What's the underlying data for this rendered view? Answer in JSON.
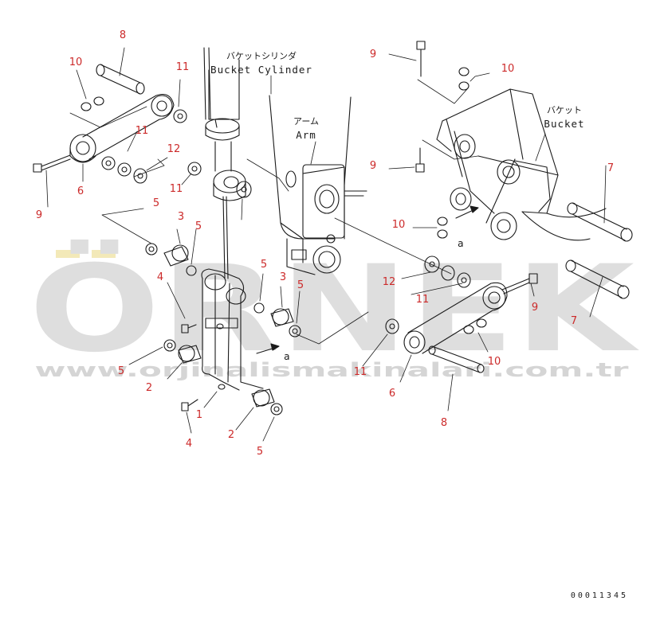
{
  "watermark": {
    "brand": "ÖRNEK",
    "url": "www.orjinalismakinalari.com.tr",
    "brand_color": "#dedede",
    "accent_color": "#f3e9b8"
  },
  "labels": {
    "bucket_cylinder_jp": "バケットシリンダ",
    "bucket_cylinder_en": "Bucket Cylinder",
    "arm_jp": "アーム",
    "arm_en": "Arm",
    "bucket_jp": "バケット",
    "bucket_en": "Bucket",
    "view_mark_1": "a",
    "view_mark_2": "a"
  },
  "callouts": [
    "8",
    "10",
    "11",
    "11",
    "12",
    "11",
    "5",
    "9",
    "6",
    "3",
    "5",
    "4",
    "5",
    "2",
    "1",
    "4",
    "2",
    "5",
    "5",
    "3",
    "5",
    "11",
    "9",
    "10",
    "9",
    "10",
    "7",
    "12",
    "11",
    "9",
    "7",
    "10",
    "6",
    "8"
  ],
  "document_number": "00011345",
  "colors": {
    "line": "#1a1a1a",
    "callout": "#cc2a2a"
  }
}
